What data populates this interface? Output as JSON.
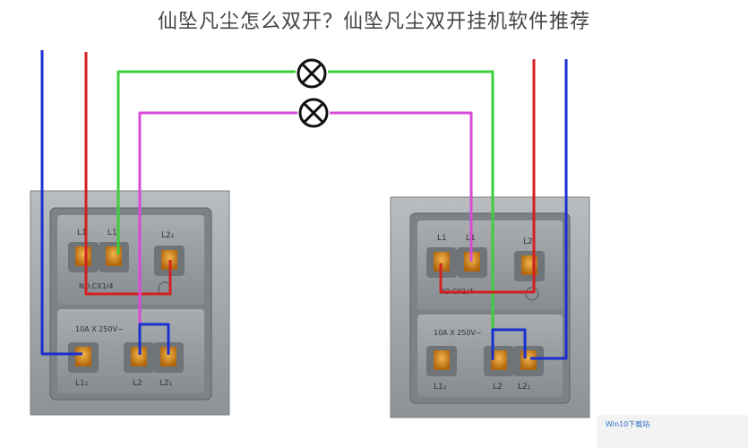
{
  "title": "仙坠凡尘怎么双开？仙坠凡尘双开挂机软件推荐",
  "left_switch": {
    "terminal_l1a": "L1",
    "terminal_l1b": "L1",
    "terminal_l22": "L2₂",
    "model": "NO.CX1/4",
    "rating": "10A X 250V~",
    "terminal_l12": "L1₂",
    "terminal_l2": "L2",
    "terminal_l21": "L2₁"
  },
  "right_switch": {
    "terminal_l1a": "L1",
    "terminal_l1b": "L1",
    "terminal_l22": "L2₂",
    "model": "NO.CX1/4",
    "rating": "10A X 250V~",
    "terminal_l12": "L1₂",
    "terminal_l2": "L2",
    "terminal_l21": "L2₁"
  },
  "watermark": "Win10下载站",
  "colors": {
    "blue": "#1a2fd0",
    "red": "#d42020",
    "green": "#3ccf3c",
    "magenta": "#d84ad8",
    "plate": "#9ea3a6",
    "terminal": "#d98a1a"
  }
}
